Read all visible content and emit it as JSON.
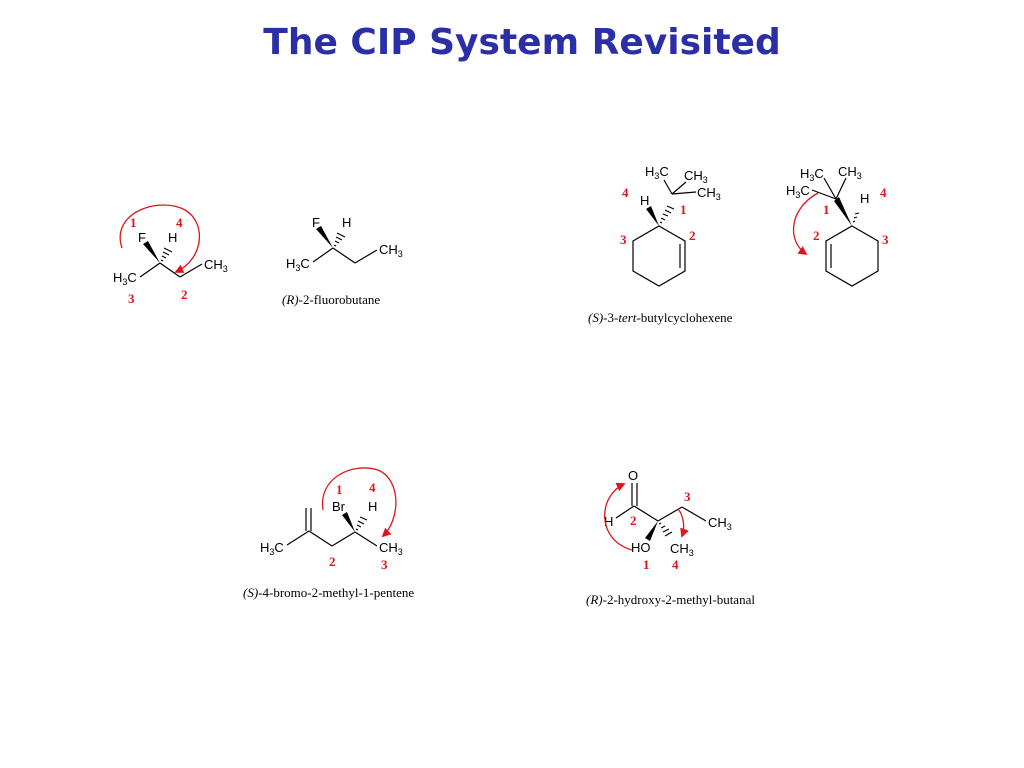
{
  "title": "The CIP System Revisited",
  "accent_colors": {
    "title": "#2b2fa6",
    "priority": "#e0141a"
  },
  "atoms": {
    "F": "F",
    "H": "H",
    "Br": "Br",
    "HO": "HO",
    "O": "O",
    "CH": "CH",
    "C": "C",
    "sub3": "3"
  },
  "molecules": {
    "fluorobutane": {
      "prefix": "(R)",
      "name": "-2-fluorobutane",
      "priorities": [
        "1",
        "4",
        "3",
        "2"
      ]
    },
    "butylcyclohexene": {
      "prefix": "(S)",
      "mid": "-3-",
      "italic": "tert",
      "name": "-butylcyclohexene",
      "priorities_left": [
        "4",
        "1",
        "3",
        "2"
      ],
      "priorities_right": [
        "4",
        "1",
        "2",
        "3"
      ]
    },
    "bromopentene": {
      "prefix": "(S)",
      "name": "-4-bromo-2-methyl-1-pentene",
      "priorities": [
        "1",
        "4",
        "2",
        "3"
      ]
    },
    "hydroxybutanal": {
      "prefix": "(R)",
      "name": "-2-hydroxy-2-methyl-butanal",
      "priorities": [
        "3",
        "2",
        "1",
        "4"
      ]
    }
  }
}
